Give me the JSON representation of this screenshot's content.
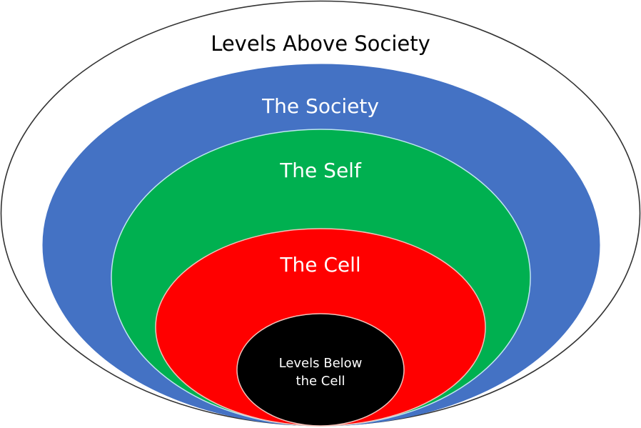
{
  "diagram": {
    "title": "Nested levels of organization",
    "levels": [
      {
        "id": "above-society",
        "label": "Levels Above Society",
        "fill": "#ffffff",
        "stroke": "#333333",
        "text_color": "#000000"
      },
      {
        "id": "society",
        "label": "The Society",
        "fill": "#4472c4",
        "stroke": "#4472c4",
        "text_color": "#ffffff"
      },
      {
        "id": "self",
        "label": "The Self",
        "fill": "#00b050",
        "stroke": "#bfe6ef",
        "text_color": "#ffffff"
      },
      {
        "id": "cell",
        "label": "The Cell",
        "fill": "#ff0000",
        "stroke": "#f2c0b8",
        "text_color": "#ffffff"
      },
      {
        "id": "below-cell",
        "label_lines": [
          "Levels Below",
          "the Cell"
        ],
        "fill": "#000000",
        "stroke": "#f2c0b8",
        "text_color": "#ffffff"
      }
    ]
  }
}
